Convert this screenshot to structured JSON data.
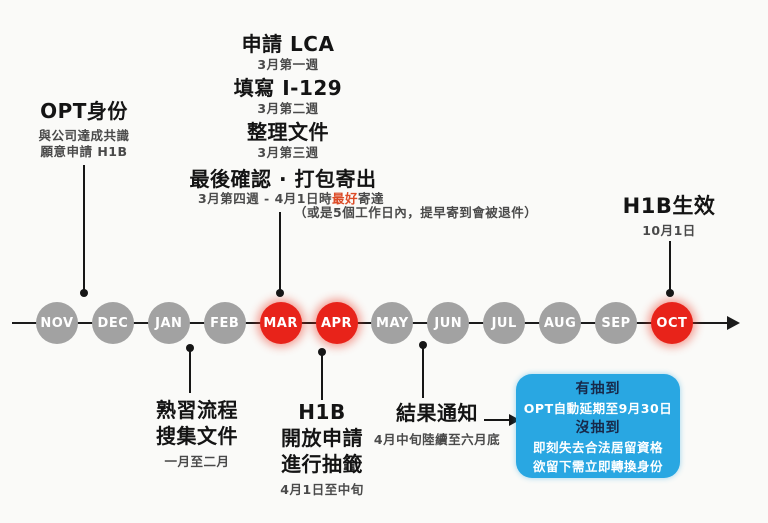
{
  "colors": {
    "month_inactive": "#a2a2a2",
    "month_active": "#e8231a",
    "outcome_box_blue": "#29a7e2",
    "outcome_dark_navy": "#17294a",
    "highlight_red": "#dc4b27",
    "line_black": "#161616",
    "subtext_gray": "#4a4a4a"
  },
  "blocks": {
    "opt": {
      "title": "OPT身份",
      "line1": "與公司達成共識",
      "line2": "願意申請 H1B"
    },
    "lca": {
      "steps": [
        {
          "title": "申請 LCA",
          "sub": "3月第一週"
        },
        {
          "title": "填寫 I-129",
          "sub": "3月第二週"
        },
        {
          "title": "整理文件",
          "sub": "3月第三週"
        }
      ],
      "final_title": "最後確認 · 打包寄出",
      "mail_prefix": "3月第四週 - 4月1日時",
      "mail_highlight": "最好",
      "mail_suffix": "寄達",
      "mail_note": "（或是5個工作日內，提早寄到會被退件）"
    },
    "effective": {
      "title": "H1B生效",
      "sub": "10月1日"
    },
    "prepare": {
      "line1": "熟習流程",
      "line2": "搜集文件",
      "sub": "一月至二月"
    },
    "lottery": {
      "line1": "H1B",
      "line2": "開放申請",
      "line3": "進行抽籤",
      "sub": "4月1日至中旬"
    },
    "results": {
      "title": "結果通知",
      "sub": "4月中旬陸續至六月底"
    },
    "outcome": {
      "win_title": "有抽到",
      "win_desc": "OPT自動延期至9月30日",
      "lose_title": "沒抽到",
      "lose_desc1": "即刻失去合法居留資格",
      "lose_desc2": "欲留下需立即轉換身份"
    }
  },
  "timeline": {
    "months": [
      {
        "label": "NOV",
        "active": false
      },
      {
        "label": "DEC",
        "active": false
      },
      {
        "label": "JAN",
        "active": false
      },
      {
        "label": "FEB",
        "active": false
      },
      {
        "label": "MAR",
        "active": true
      },
      {
        "label": "APR",
        "active": true
      },
      {
        "label": "MAY",
        "active": false
      },
      {
        "label": "JUN",
        "active": false
      },
      {
        "label": "JUL",
        "active": false
      },
      {
        "label": "AUG",
        "active": false
      },
      {
        "label": "SEP",
        "active": false
      },
      {
        "label": "OCT",
        "active": true
      }
    ]
  }
}
